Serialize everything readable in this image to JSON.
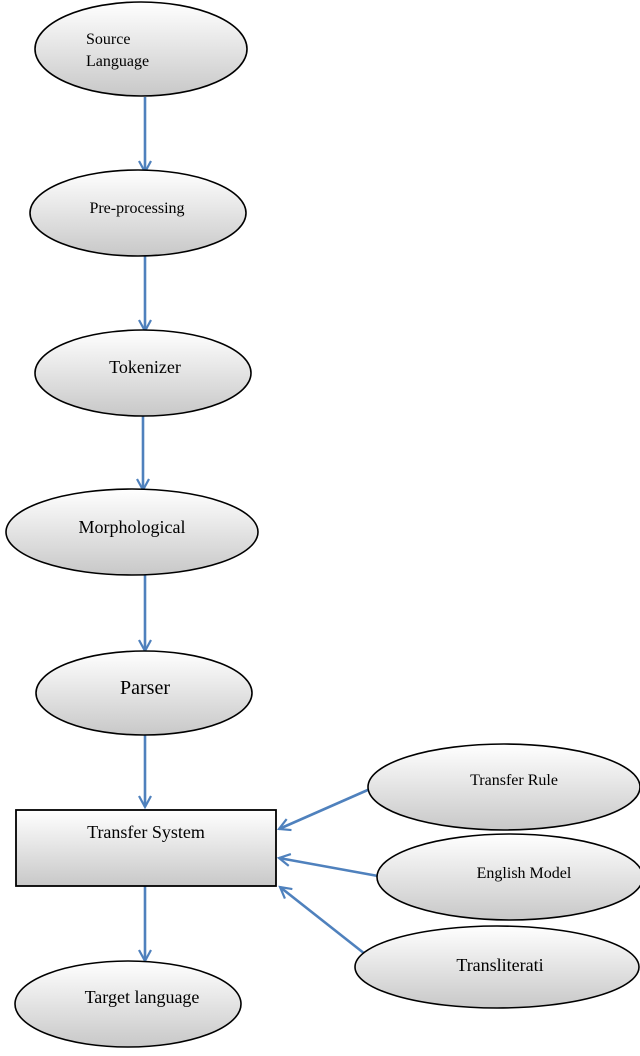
{
  "colors": {
    "arrow": "#4f81bd",
    "node_stroke": "#000000",
    "gradient_light": "#ffffff",
    "gradient_dark": "#c8c8c8"
  },
  "nodes": {
    "source": {
      "line1": "Source",
      "line2": "Language"
    },
    "preprocessing": {
      "label": "Pre-processing"
    },
    "tokenizer": {
      "label": "Tokenizer"
    },
    "morphological": {
      "label": "Morphological"
    },
    "parser": {
      "label": "Parser"
    },
    "transfer_system": {
      "label": "Transfer System"
    },
    "target": {
      "label": "Target language"
    },
    "transfer_rule": {
      "label": "Transfer Rule"
    },
    "english_model": {
      "label": "English Model"
    },
    "transliteration": {
      "label": "Transliterati"
    }
  }
}
